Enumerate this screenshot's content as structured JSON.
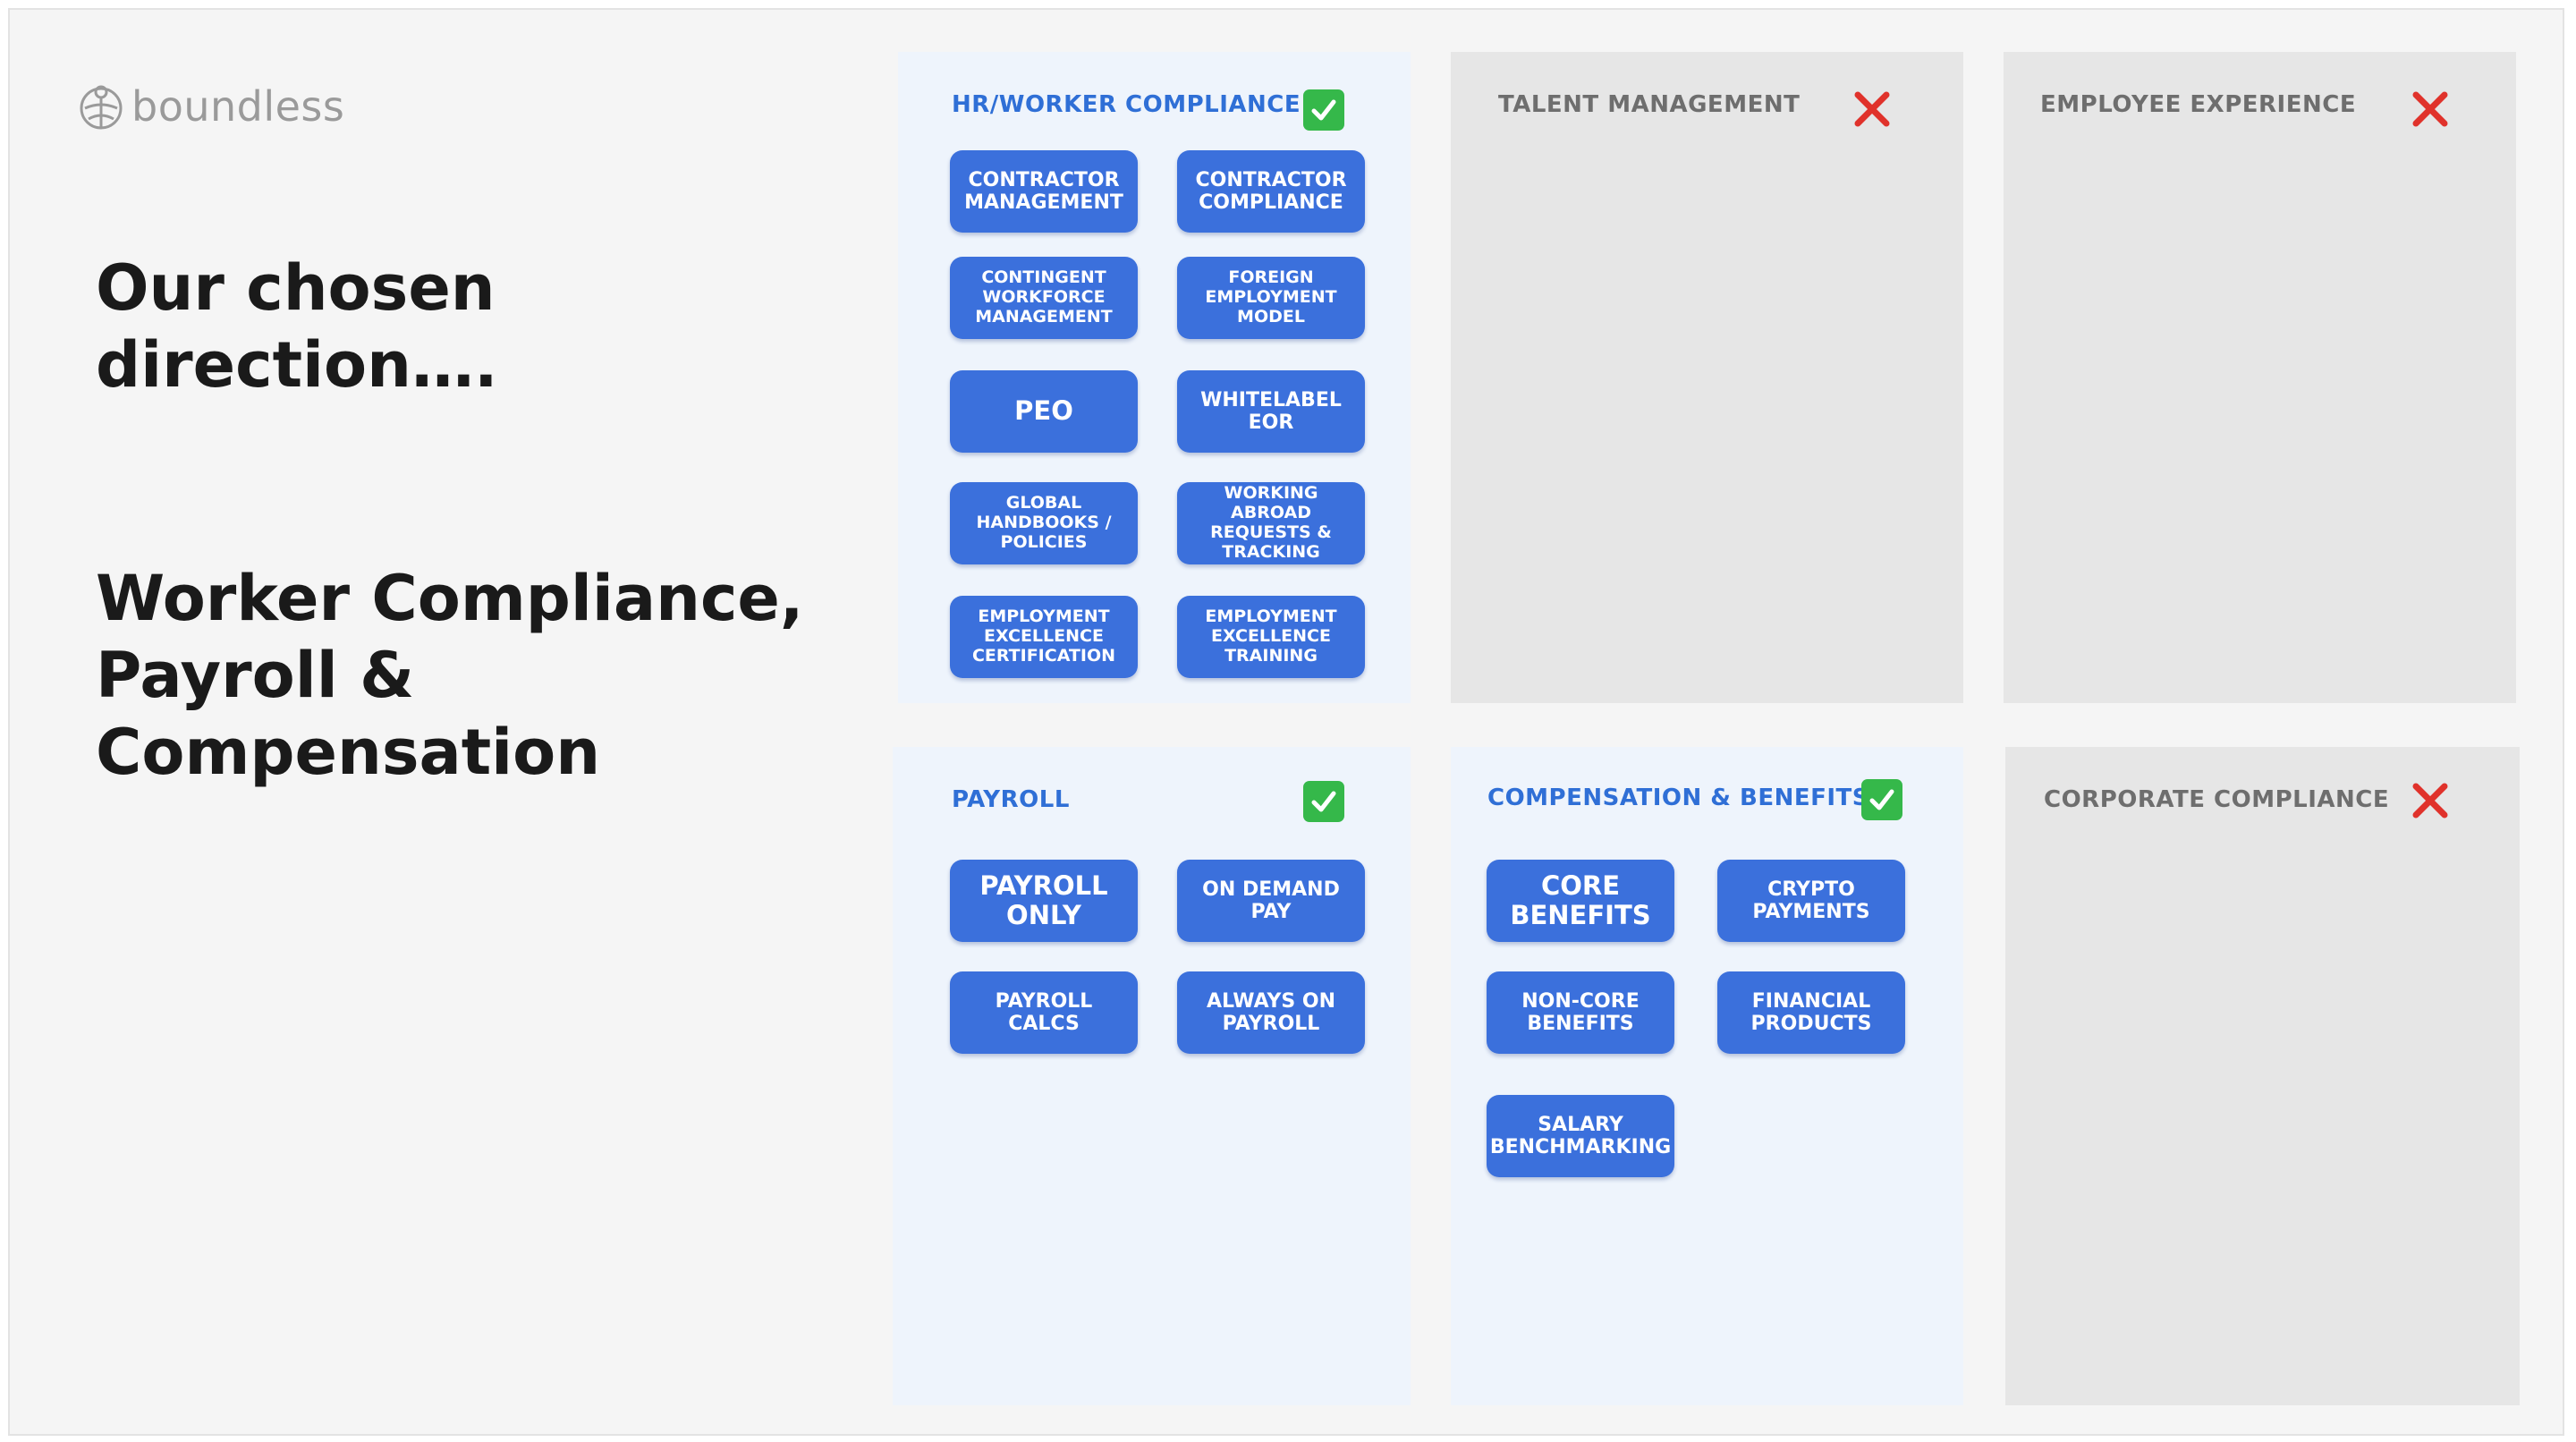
{
  "logo": {
    "text": "boundless"
  },
  "heading": {
    "line1": "Our chosen direction….",
    "line2": "Worker Compliance, Payroll & Compensation"
  },
  "colors": {
    "accent_blue": "#3b70dc",
    "title_blue": "#2f6fd6",
    "chosen_panel_bg": "#eef4fc",
    "rejected_panel_bg": "#e6e6e6",
    "check_green": "#35b84a",
    "cross_red": "#e0322b"
  },
  "panels": {
    "hr_worker_compliance": {
      "title": "HR/WORKER COMPLIANCE",
      "status": "check-icon",
      "items": [
        "CONTRACTOR MANAGEMENT",
        "CONTRACTOR COMPLIANCE",
        "CONTINGENT WORKFORCE MANAGEMENT",
        "FOREIGN EMPLOYMENT MODEL",
        "PEO",
        "WHITELABEL EOR",
        "GLOBAL HANDBOOKS / POLICIES",
        "WORKING ABROAD REQUESTS & TRACKING",
        "EMPLOYMENT EXCELLENCE CERTIFICATION",
        "EMPLOYMENT EXCELLENCE TRAINING"
      ]
    },
    "talent_management": {
      "title": "TALENT MANAGEMENT",
      "status": "cross-icon"
    },
    "employee_experience": {
      "title": "EMPLOYEE EXPERIENCE",
      "status": "cross-icon"
    },
    "payroll": {
      "title": "PAYROLL",
      "status": "check-icon",
      "items": [
        "PAYROLL ONLY",
        "ON DEMAND PAY",
        "PAYROLL CALCS",
        "ALWAYS ON PAYROLL"
      ]
    },
    "compensation_benefits": {
      "title": "COMPENSATION & BENEFITS",
      "status": "check-icon",
      "items": [
        "CORE BENEFITS",
        "CRYPTO PAYMENTS",
        "NON-CORE BENEFITS",
        "FINANCIAL PRODUCTS",
        "SALARY BENCHMARKING"
      ]
    },
    "corporate_compliance": {
      "title": "CORPORATE COMPLIANCE",
      "status": "cross-icon"
    }
  }
}
